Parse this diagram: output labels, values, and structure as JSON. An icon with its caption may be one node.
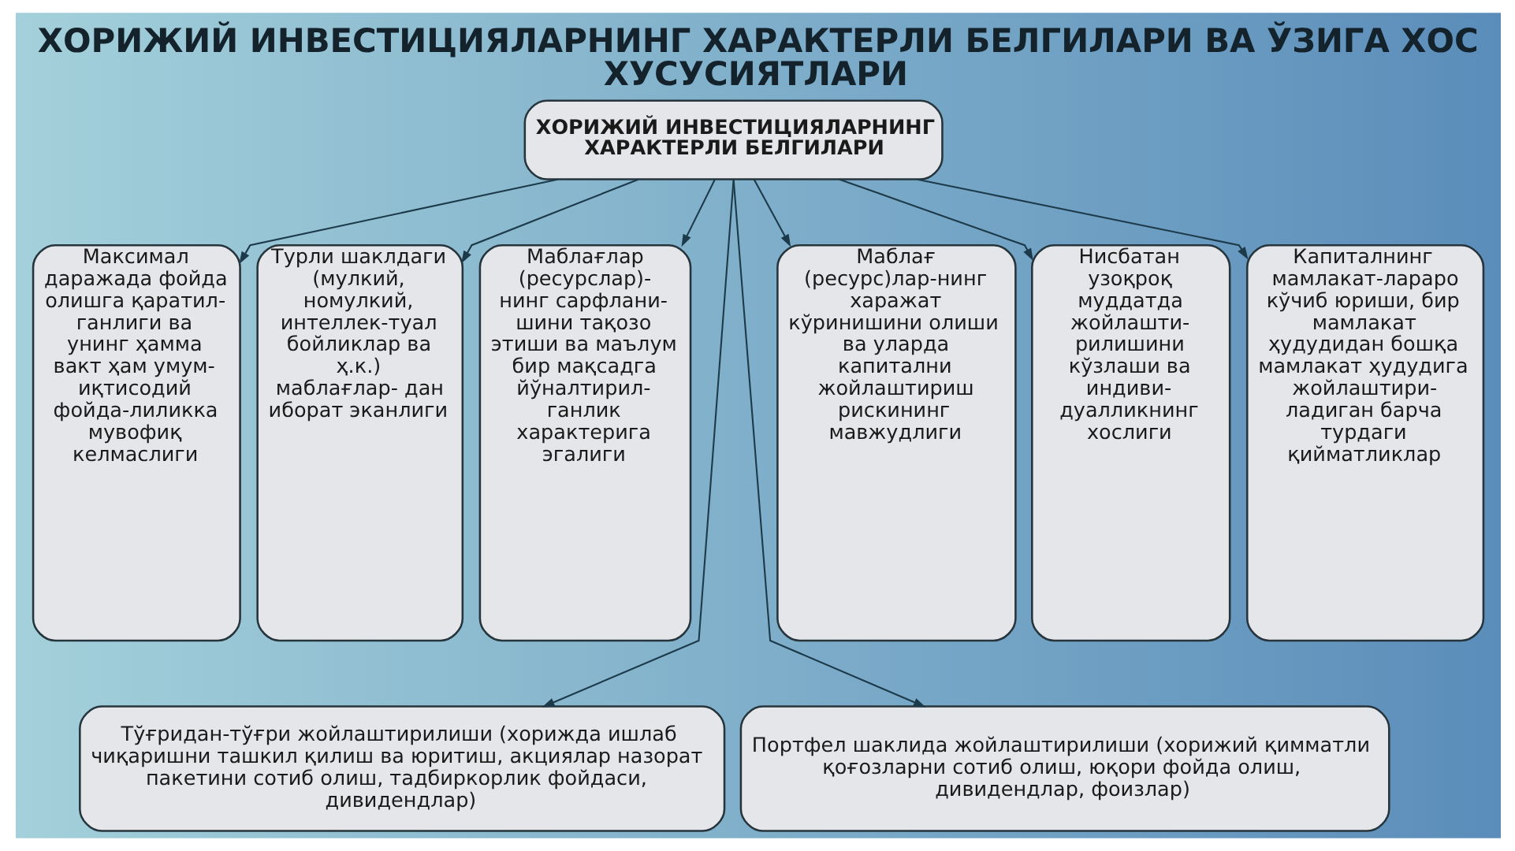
{
  "diagram": {
    "title": "ХОРИЖИЙ ИНВЕСТИЦИЯЛАРНИНГ ХАРАКТЕРЛИ БЕЛГИЛАРИ ВА ЎЗИГА ХОС ХУСУСИЯТЛАРИ",
    "nodes": [
      {
        "text": [
          "ХОРИЖИЙ ИНВЕСТИЦИЯЛАРНИНГ ХАРАКТЕРЛИ БЕЛГИЛАРИ"
        ]
      },
      {
        "text": [
          "Максимал даражада фойда олишга қаратил- ганлиги ва унинг ҳамма вакт ҳам умум- иқтисодий фойда-лиликка мувофиқ келмаслиги"
        ]
      },
      {
        "text": [
          "Турли шаклдаги (мулкий, номулкий, интеллек-туал бойликлар ва ҳ.к.) маблағлар- дан иборат эканлиги"
        ]
      },
      {
        "text": [
          "Маблағлар (ресурслар)- нинг сарфлани- шини тақозо этиши ва маълум бир мақсадга йўналтирил- ганлик характерига эгалиги"
        ]
      },
      {
        "text": [
          "Маблағ (ресурс)лар-нинг харажат кўринишини олиши ва уларда капитални жойлаштириш рискининг мавжудлиги"
        ]
      },
      {
        "text": [
          "Нисбатан узоқроқ муддатда жойлашти- рилишини кўзлаши ва индиви- дуалликнинг хослиги"
        ]
      },
      {
        "text": [
          "Капиталнинг мамлакат-лараро кўчиб юриши, бир мамлакат ҳудудидан бошқа мамлакат ҳудудига жойлаштири- ладиган барча турдаги қийматликлар"
        ]
      },
      {
        "text": [
          "Тўғридан-тўғри жойлаштирилиши (хорижда ишлаб чиқаришни ташкил қилиш ва юритиш, акциялар назорат пакетини сотиб олиш, тадбиркорлик фойдаси, дивидендлар)"
        ]
      },
      {
        "text": [
          "Портфел шаклида жойлаштирилиши (хорижий қимматли қоғозларни сотиб олиш, юқори фойда олиш, дивидендлар, фоизлар)"
        ]
      }
    ],
    "edges": [
      {
        "from": 0,
        "to": 1,
        "arrow": "to"
      },
      {
        "from": 0,
        "to": 2,
        "arrow": "to"
      },
      {
        "from": 0,
        "to": 3,
        "arrow": "to"
      },
      {
        "from": 0,
        "to": 7,
        "arrow": "to"
      },
      {
        "from": 0,
        "to": 8,
        "arrow": "to"
      },
      {
        "from": 0,
        "to": 4,
        "arrow": "to"
      },
      {
        "from": 0,
        "to": 5,
        "arrow": "to"
      },
      {
        "from": 0,
        "to": 6,
        "arrow": "to"
      }
    ]
  }
}
